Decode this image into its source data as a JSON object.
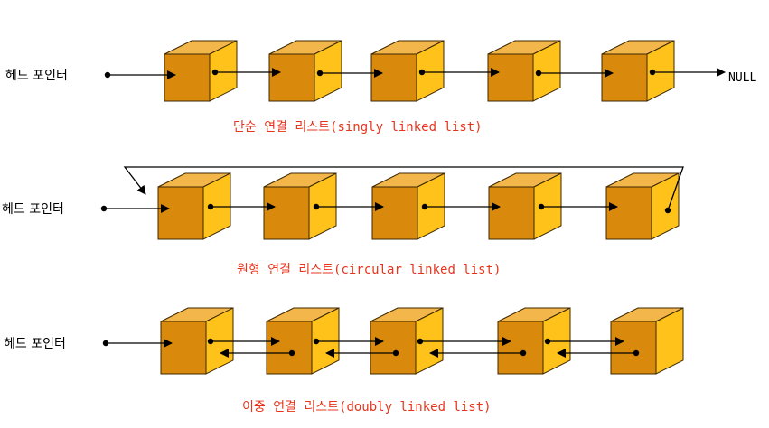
{
  "colors": {
    "node_front": "#d98a0c",
    "node_top": "#f2b64a",
    "node_side": "#ffc21a",
    "node_edge": "#3d2800",
    "caption": "#e8341c",
    "line": "#000000"
  },
  "rows": [
    {
      "id": "singly",
      "head_label": "헤드 포인터",
      "caption": "단순 연결 리스트(singly linked list)",
      "terminal_label": "NULL"
    },
    {
      "id": "circular",
      "head_label": "헤드 포인터",
      "caption": "원형 연결 리스트(circular linked list)"
    },
    {
      "id": "doubly",
      "head_label": "헤드 포인터",
      "caption": "이중 연결 리스트(doubly linked list)"
    }
  ]
}
